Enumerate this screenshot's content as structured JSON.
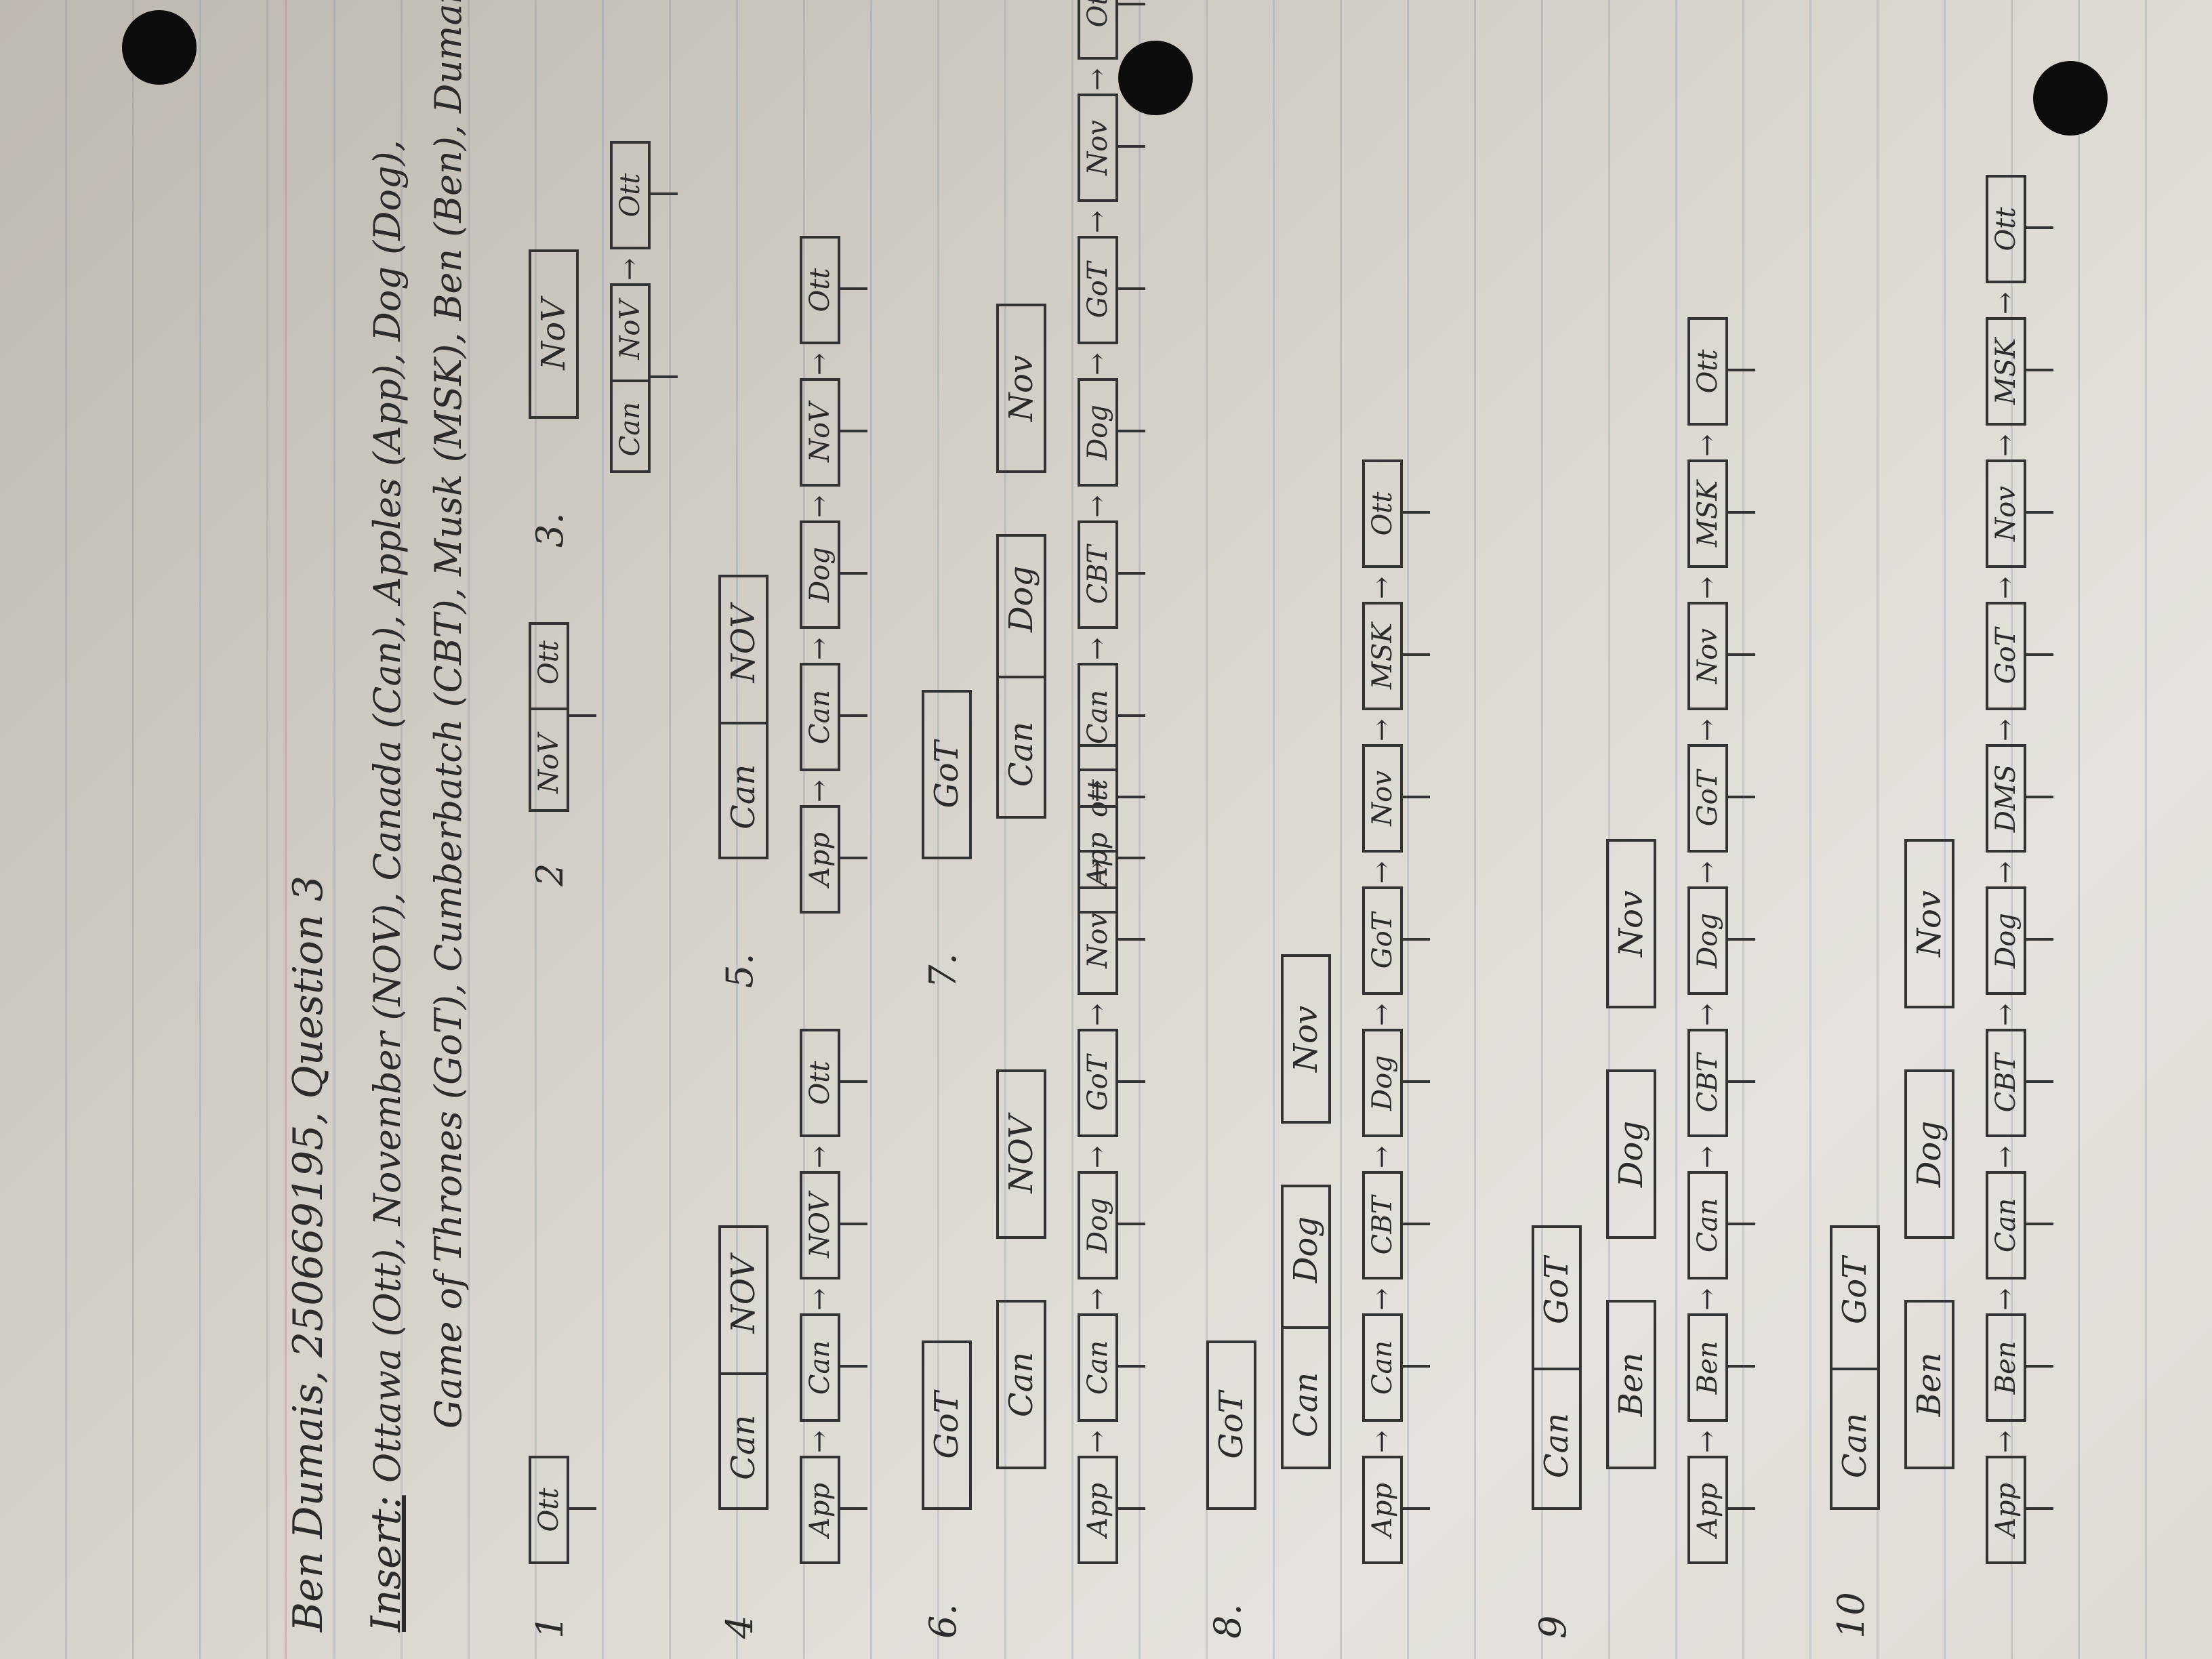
{
  "header": {
    "title": "Ben Dumais, 250669195, Question 3",
    "insert_label": "Insert:",
    "insert_line1": "Ottawa (Ott), November (NOV), Canada (Can), Apples (App), Dog (Dog),",
    "insert_line2": "Game of Thrones (GoT), Cumberbatch (CBT), Musk (MSK), Ben (Ben), Dumais (DMS)"
  },
  "steps": [
    {
      "label": "1",
      "index": [],
      "leaves": [
        [
          "Ott"
        ]
      ]
    },
    {
      "label": "2",
      "index": [],
      "leaves": [
        [
          "NoV",
          "Ott"
        ]
      ]
    },
    {
      "label": "3.",
      "index": [
        [
          "NoV"
        ]
      ],
      "leaves": [
        [
          "Can",
          "NoV"
        ],
        [
          "Ott"
        ]
      ]
    },
    {
      "label": "4",
      "index": [
        [
          "Can",
          "NOV"
        ]
      ],
      "leaves": [
        [
          "App"
        ],
        [
          "Can"
        ],
        [
          "NOV"
        ],
        [
          "Ott"
        ]
      ]
    },
    {
      "label": "5.",
      "index": [
        [
          "Can",
          "NOV"
        ]
      ],
      "leaves": [
        [
          "App"
        ],
        [
          "Can"
        ],
        [
          "Dog"
        ],
        [
          "NoV"
        ],
        [
          "Ott"
        ]
      ]
    },
    {
      "label": "6.",
      "index": [
        [
          "GoT"
        ],
        [
          "Can"
        ],
        [
          "NOV"
        ]
      ],
      "leaves": [
        [
          "App"
        ],
        [
          "Can"
        ],
        [
          "Dog"
        ],
        [
          "GoT"
        ],
        [
          "Nov"
        ],
        [
          "ott"
        ]
      ]
    },
    {
      "label": "7.",
      "index": [
        [
          "GoT"
        ],
        [
          "Can",
          "Dog"
        ],
        [
          "Nov"
        ]
      ],
      "leaves": [
        [
          "App"
        ],
        [
          "Can"
        ],
        [
          "CBT"
        ],
        [
          "Dog"
        ],
        [
          "GoT"
        ],
        [
          "Nov"
        ],
        [
          "Ott"
        ]
      ]
    },
    {
      "label": "8.",
      "index": [
        [
          "GoT"
        ],
        [
          "Can",
          "Dog"
        ],
        [
          "Nov"
        ]
      ],
      "leaves": [
        [
          "App"
        ],
        [
          "Can"
        ],
        [
          "CBT"
        ],
        [
          "Dog"
        ],
        [
          "GoT"
        ],
        [
          "Nov"
        ],
        [
          "MSK"
        ],
        [
          "Ott"
        ]
      ]
    },
    {
      "label": "9",
      "index": [
        [
          "Can",
          "GoT"
        ],
        [
          "Ben"
        ],
        [
          "Dog"
        ],
        [
          "Nov"
        ]
      ],
      "leaves": [
        [
          "App"
        ],
        [
          "Ben"
        ],
        [
          "Can"
        ],
        [
          "CBT"
        ],
        [
          "Dog"
        ],
        [
          "GoT"
        ],
        [
          "Nov"
        ],
        [
          "MSK"
        ],
        [
          "Ott"
        ]
      ]
    },
    {
      "label": "10",
      "index": [
        [
          "Can",
          "GoT"
        ],
        [
          "Ben"
        ],
        [
          "Dog"
        ],
        [
          "Nov"
        ]
      ],
      "leaves": [
        [
          "App"
        ],
        [
          "Ben"
        ],
        [
          "Can"
        ],
        [
          "CBT"
        ],
        [
          "Dog"
        ],
        [
          "DMS"
        ],
        [
          "GoT"
        ],
        [
          "Nov"
        ],
        [
          "MSK"
        ],
        [
          "Ott"
        ]
      ]
    }
  ]
}
